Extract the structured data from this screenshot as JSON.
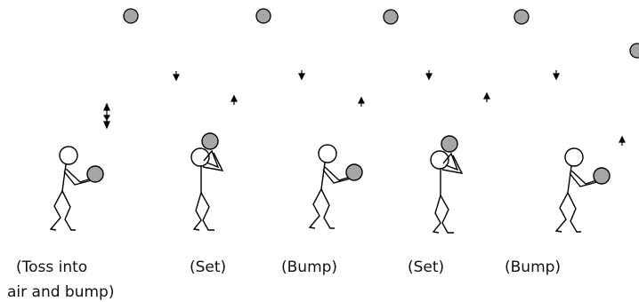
{
  "labels": {
    "toss_line1": "(Toss into",
    "toss_line2": "air and bump)",
    "set_1": "(Set)",
    "bump_1": "(Bump)",
    "set_2": "(Set)",
    "bump_2": "(Bump)"
  },
  "colors": {
    "ball_fill": "#a6a6a6",
    "outline": "#000000",
    "head_fill": "#ffffff",
    "background": "#ffffff"
  },
  "icons": {
    "arrow_down": "arrow-down-icon",
    "arrow_up": "arrow-up-icon",
    "double_arrow": "double-arrow-icon"
  }
}
